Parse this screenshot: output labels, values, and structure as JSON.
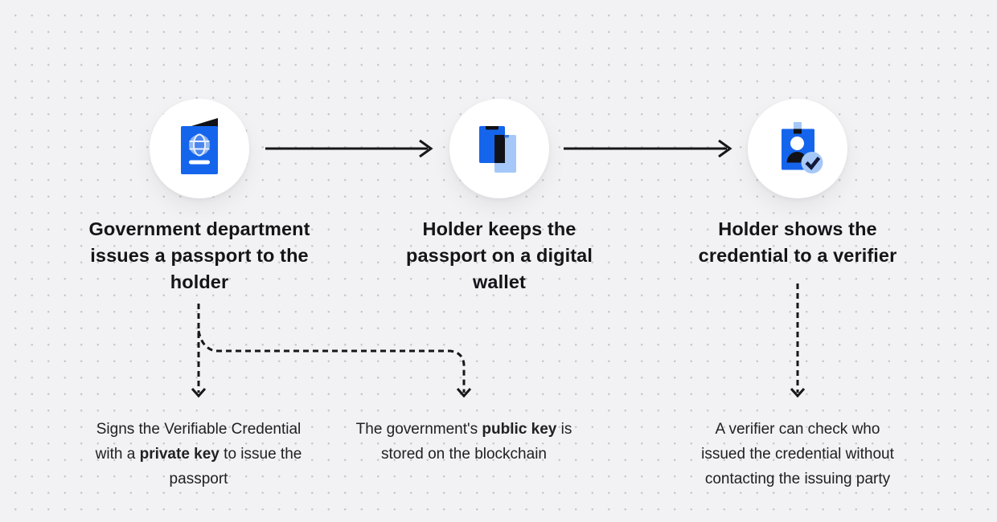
{
  "colors": {
    "accent_blue": "#1565EC",
    "light_blue": "#A6C8F8",
    "globe_blue": "#8FB5F3",
    "near_black": "#111217",
    "ink": "#141419",
    "text": "#202025",
    "background": "#F2F2F4",
    "dot": "#C8C8CC",
    "notch_blue": "#3B79E8",
    "check_navy": "#101A3A"
  },
  "steps": [
    {
      "icon": "passport-icon",
      "title_lines": [
        [
          {
            "t": "Government department"
          }
        ],
        [
          {
            "t": "issues a passport to the"
          }
        ],
        [
          {
            "t": "holder"
          }
        ]
      ]
    },
    {
      "icon": "digital-wallet-icon",
      "title_lines": [
        [
          {
            "t": "Holder keeps the"
          }
        ],
        [
          {
            "t": "passport on a digital"
          }
        ],
        [
          {
            "t": "wallet"
          }
        ]
      ]
    },
    {
      "icon": "id-badge-check-icon",
      "title_lines": [
        [
          {
            "t": "Holder shows the"
          }
        ],
        [
          {
            "t": "credential to a verifier"
          }
        ]
      ]
    }
  ],
  "notes": [
    {
      "lines": [
        [
          {
            "t": "Signs the Verifiable Credential"
          }
        ],
        [
          {
            "t": "with a "
          },
          {
            "t": "private key",
            "b": true
          },
          {
            "t": " to issue the"
          }
        ],
        [
          {
            "t": "passport"
          }
        ]
      ]
    },
    {
      "lines": [
        [
          {
            "t": "The government's "
          },
          {
            "t": "public key",
            "b": true
          },
          {
            "t": " is"
          }
        ],
        [
          {
            "t": "stored on the blockchain"
          }
        ]
      ]
    },
    {
      "lines": [
        [
          {
            "t": "A verifier can check who"
          }
        ],
        [
          {
            "t": "issued the credential without"
          }
        ],
        [
          {
            "t": "contacting the issuing party"
          }
        ]
      ]
    }
  ]
}
